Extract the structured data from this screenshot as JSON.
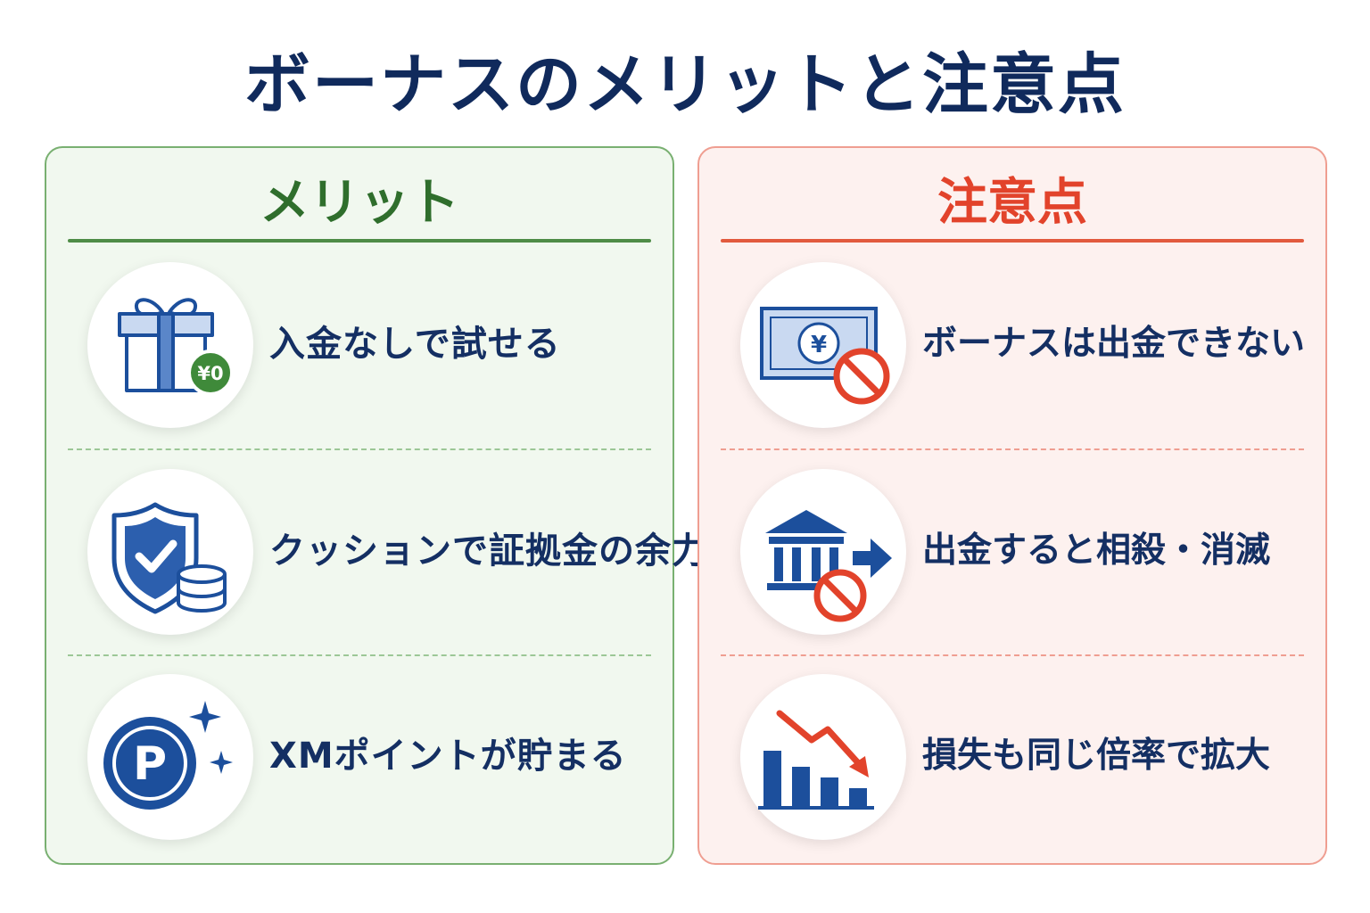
{
  "title": "ボーナスのメリットと注意点",
  "merit": {
    "heading": "メリット",
    "items": [
      {
        "icon": "gift-icon",
        "badge": "¥0",
        "text": "入金なしで試せる"
      },
      {
        "icon": "shield-coins-icon",
        "text": "クッションで証拠金の余力"
      },
      {
        "icon": "point-p-icon",
        "badge": "P",
        "text": "XMポイントが貯まる"
      }
    ]
  },
  "caution": {
    "heading": "注意点",
    "items": [
      {
        "icon": "banknote-prohibited-icon",
        "badge": "¥",
        "text": "ボーナスは出金できない"
      },
      {
        "icon": "bank-transfer-prohibited-icon",
        "text": "出金すると相殺・消滅"
      },
      {
        "icon": "chart-down-icon",
        "text": "損失も同じ倍率で拡大"
      }
    ]
  },
  "colors": {
    "title": "#102a5c",
    "merit_accent": "#2f6e2c",
    "caution_accent": "#e2432b",
    "icon_blue": "#1c4f9c",
    "prohibit_red": "#e2432b"
  }
}
